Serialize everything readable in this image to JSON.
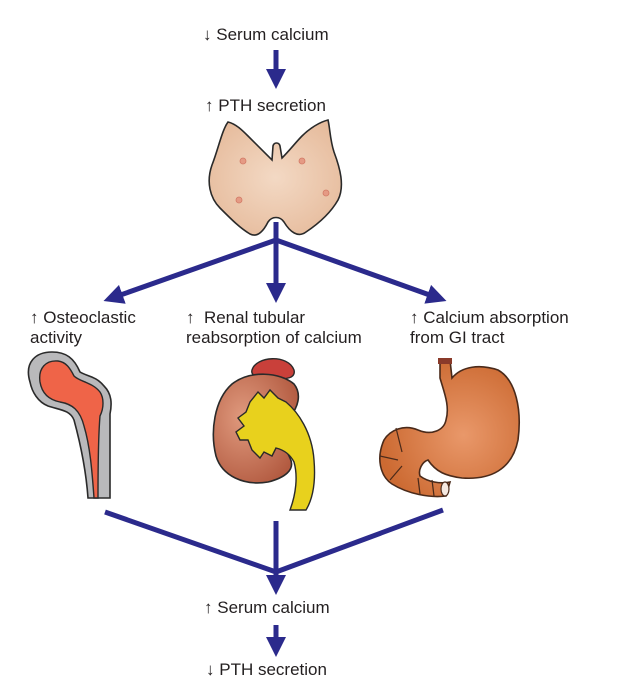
{
  "title": "Regulation of serum calcium by PTH",
  "colors": {
    "arrow": "#2b2a8c",
    "text": "#231f20",
    "thyroid_fill": "#ecc9ae",
    "bone_outer": "#b9b9bb",
    "bone_marrow": "#ef6448",
    "kidney": "#bf6a52",
    "kidney_pelvis": "#e8d11d",
    "adrenal": "#c9403a",
    "stomach": "#d2733c"
  },
  "nodes": {
    "start": {
      "arrow": "↓",
      "text": "Serum calcium"
    },
    "pth_up": {
      "arrow": "↑",
      "text": "PTH secretion"
    },
    "bone": {
      "arrow": "↑",
      "line1": "Osteoclastic",
      "line2": "activity"
    },
    "kidney": {
      "arrow": "↑",
      "line1": "Renal tubular",
      "line2": "reabsorption of calcium"
    },
    "gi": {
      "arrow": "↑",
      "line1": "Calcium absorption",
      "line2": "from GI tract"
    },
    "result": {
      "arrow": "↑",
      "text": "Serum calcium"
    },
    "end": {
      "arrow": "↓",
      "text": "PTH secretion"
    }
  },
  "illustrations": [
    "parathyroid-gland",
    "femur-bone",
    "kidney",
    "stomach"
  ]
}
